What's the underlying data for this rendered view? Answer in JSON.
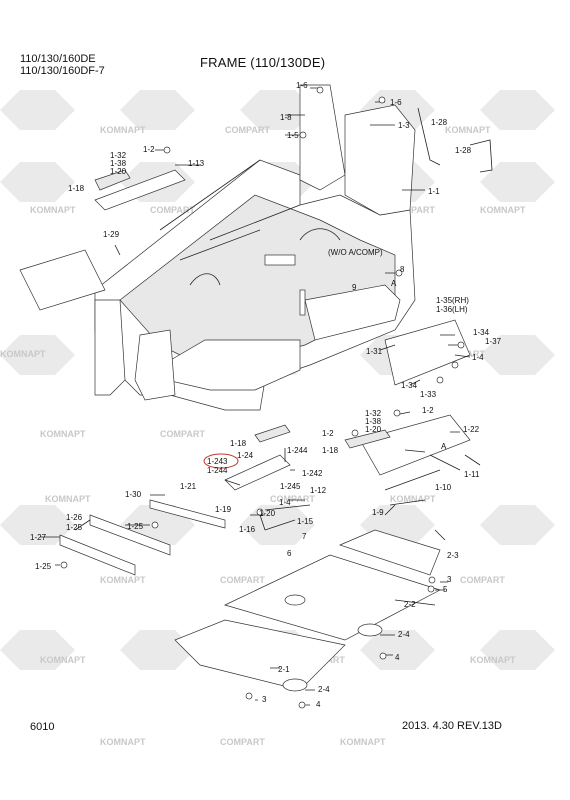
{
  "header": {
    "model_line_1": "110/130/160DE",
    "model_line_2": "110/130/160DF-7",
    "title": "FRAME (110/130DE)"
  },
  "footer": {
    "page_code": "6010",
    "revision": "2013. 4.30  REV.13D"
  },
  "watermark": {
    "brand_a": "KOMNAPT",
    "brand_b": "COMPART"
  },
  "annotations": {
    "wo_acomp": "(W/O A/COMP)",
    "marker_a1": "A",
    "marker_a2": "A"
  },
  "labels": {
    "l1_6a": "1-6",
    "l1_6b": "1-6",
    "l1_8": "1-8",
    "l1_5": "1-5",
    "l1_3": "1-3",
    "l1_28a": "1-28",
    "l1_28b": "1-28",
    "l1_2a": "1-2",
    "l1_32a": "1-32",
    "l1_38a": "1-38",
    "l1_20a": "1-20",
    "l1_18a": "1-18",
    "l1_13": "1-13",
    "l1_1": "1-1",
    "l1_29": "1-29",
    "l1_9": "9",
    "l1_8n": "8",
    "l1_35": "1-35(RH)",
    "l1_36": "1-36(LH)",
    "l1_34a": "1-34",
    "l1_37": "1-37",
    "l1_4a": "1-4",
    "l1_31": "1-31",
    "l1_34b": "1-34",
    "l1_33": "1-33",
    "l1_32b": "1-32",
    "l1_38b": "1-38",
    "l1_20b": "1-20",
    "l1_2b": "1-2",
    "l1_2c": "1-2",
    "l1_22": "1-22",
    "l1_18b": "1-18",
    "l1_18c": "1-18",
    "l1_24": "1-24",
    "l1_243": "1-243",
    "l1_244a": "1-244",
    "l1_244b": "1-244",
    "l1_242": "1-242",
    "l1_245": "1-245",
    "l1_30": "1-30",
    "l1_21": "1-21",
    "l1_19": "1-19",
    "l1_20c": "1-20",
    "l1_4b": "1-4",
    "l1_12": "1-12",
    "l1_15": "1-15",
    "l1_16": "1-16",
    "l1_10": "1-10",
    "l1_11": "1-11",
    "l1_9b": "1-9",
    "l1_26": "1-26",
    "l1_25a": "1-25",
    "l1_25b": "1-25",
    "l1_27": "1-27",
    "l7": "7",
    "l6": "6",
    "l2_3": "2-3",
    "l3a": "3",
    "l5": "5",
    "l2_2": "2-2",
    "l2_4a": "2-4",
    "l4a": "4",
    "l2_1": "2-1",
    "l2_4b": "2-4",
    "l3b": "3",
    "l4b": "4"
  }
}
